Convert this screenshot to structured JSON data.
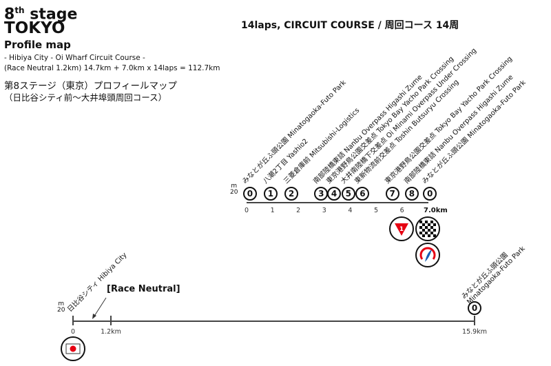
{
  "header": {
    "stage_num": "8",
    "stage_sup": "th",
    "stage_word": "stage",
    "city": "TOKYO",
    "subtitle": "Profile map",
    "course": "- Hibiya City - Oi Wharf Circuit Course -",
    "distance": "(Race Neutral 1.2km) 14.7km + 7.0km x 14laps = 112.7km",
    "jp_title": "第8ステージ（東京）プロフィールマップ",
    "jp_course": "（日比谷シティ前〜大井埠頭周回コース）"
  },
  "circuit": {
    "title": "14laps, CIRCUIT COURSE / 周回コース 14周",
    "elev_unit": "m",
    "elev_value": "20",
    "ticks": [
      "0",
      "1",
      "2",
      "3",
      "4",
      "5",
      "6"
    ],
    "end_label": "7.0km",
    "points": [
      {
        "num": "0",
        "km": 0.05,
        "label": "みなとが丘ふ頭公園 Minatogaoka-Futo Park"
      },
      {
        "num": "1",
        "km": 0.85,
        "label": "八潮2丁目 Yashio2"
      },
      {
        "num": "2",
        "km": 1.65,
        "label": "三菱倉庫前 Mitsubishi-Logistics"
      },
      {
        "num": "3",
        "km": 2.8,
        "label": "南部陸橋東詰 Nanbu Overpass Higashi Zume"
      },
      {
        "num": "4",
        "km": 3.3,
        "label": "東京港野鳥公園交差点 Tokyo Bay Yacho Park Crossing"
      },
      {
        "num": "5",
        "km": 3.85,
        "label": "大井南陸橋下交差点 Oi Minami Overpass Under Crossing"
      },
      {
        "num": "6",
        "km": 4.4,
        "label": "東新物流前交差点 Toshin Butsuryu Crossing"
      },
      {
        "num": "7",
        "km": 5.55,
        "label": "東京港野鳥公園交差点 Tokyo Bay Yacho Park Crossing"
      },
      {
        "num": "8",
        "km": 6.3,
        "label": "南部陸橋東詰 Nanbu Overpass Higashi Zume"
      },
      {
        "num": "0",
        "km": 7.0,
        "label": "みなとが丘ふ頭公園 Minatogaoka-Futo Park"
      }
    ],
    "sprint_num": "1"
  },
  "neutral": {
    "elev_unit": "m",
    "elev_value": "20",
    "start_label": "日比谷シティ Hibiya City",
    "race_neutral": "[Race Neutral]",
    "tick0": "0",
    "tick1": "1.2km",
    "tick_end": "15.9km",
    "end_num": "0",
    "end_label_jp": "みなとが丘ふ頭公園",
    "end_label_en": "Minatogaoka-Futo Park"
  },
  "colors": {
    "red": "#e60012",
    "blue": "#1a5fb4"
  }
}
